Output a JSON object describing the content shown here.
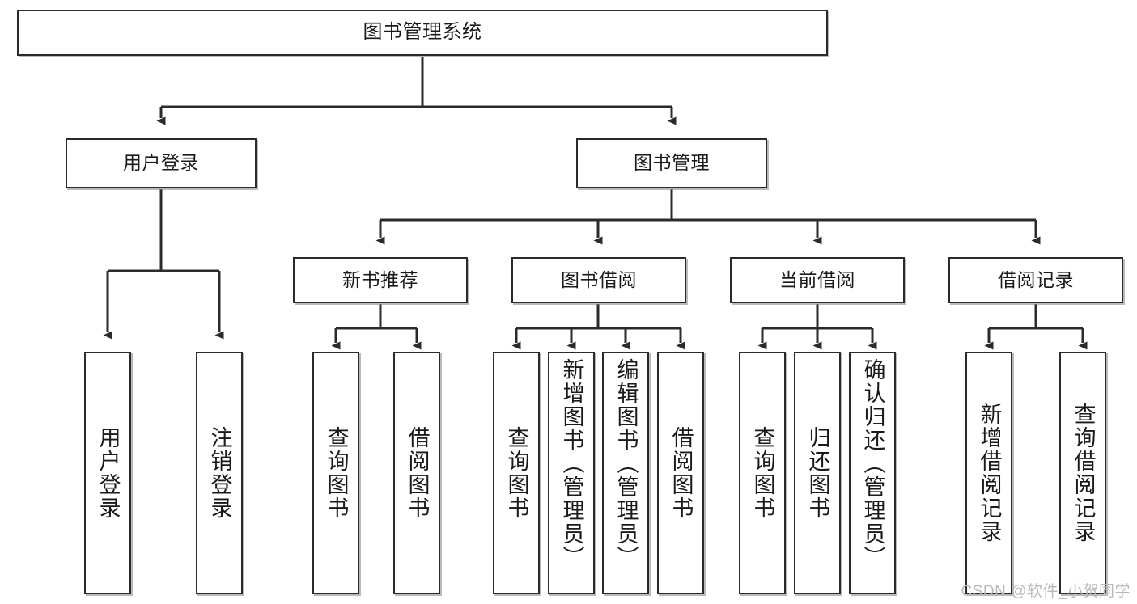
{
  "diagram": {
    "title": "图书管理系统",
    "type": "tree",
    "watermark": "CSDN @软件_小贺同学",
    "colors": {
      "stroke": "#2b2b2b",
      "fill": "#ffffff",
      "text": "#1a1a1a",
      "watermark": "#b9b9b9"
    },
    "levels": {
      "root": {
        "label": "图书管理系统"
      },
      "level2": [
        {
          "label": "用户登录"
        },
        {
          "label": "图书管理"
        }
      ],
      "level3": [
        {
          "label": "新书推荐"
        },
        {
          "label": "图书借阅"
        },
        {
          "label": "当前借阅"
        },
        {
          "label": "借阅记录"
        }
      ],
      "leaves": {
        "user_login": [
          {
            "label": "用户登录"
          },
          {
            "label": "注销登录"
          }
        ],
        "new_book_rec": [
          {
            "label": "查询图书"
          },
          {
            "label": "借阅图书"
          }
        ],
        "book_borrow": [
          {
            "label": "查询图书"
          },
          {
            "label": "新增图书（管理员）"
          },
          {
            "label": "编辑图书（管理员）"
          },
          {
            "label": "借阅图书"
          }
        ],
        "current_borrow": [
          {
            "label": "查询图书"
          },
          {
            "label": "归还图书"
          },
          {
            "label": "确认归还（管理员）"
          }
        ],
        "borrow_record": [
          {
            "label": "新增借阅记录"
          },
          {
            "label": "查询借阅记录"
          }
        ]
      }
    }
  }
}
